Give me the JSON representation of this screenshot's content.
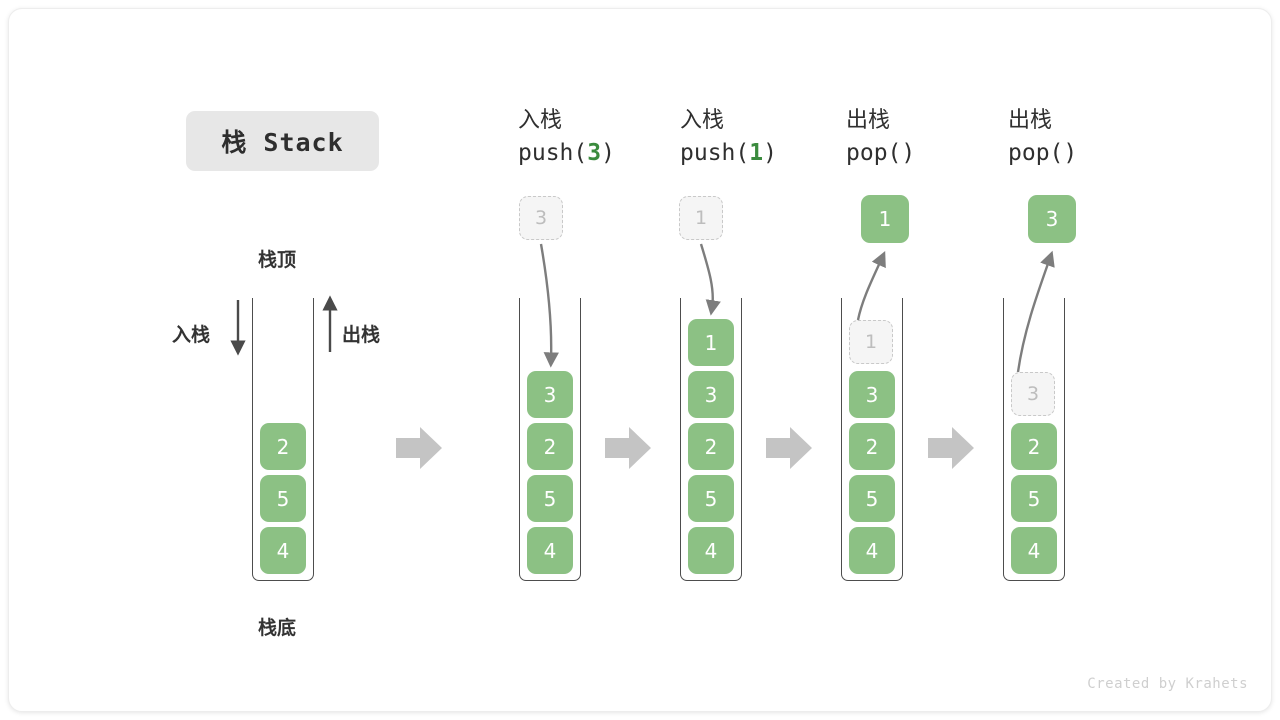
{
  "figure": {
    "title_badge": "栈 Stack",
    "credit": "Created by Krahets",
    "colors": {
      "element_green": "#8cc184",
      "arg_green": "#3b8b3e",
      "ghost_border": "#c9c9c9",
      "container_stroke": "#4d4d4d",
      "arrow_gray": "#c4c4c4",
      "curve_gray": "#7d7d7d",
      "badge_bg": "#e7e7e7"
    }
  },
  "legend": {
    "top_label": "栈顶",
    "bottom_label": "栈底",
    "push_label": "入栈",
    "pop_label": "出栈"
  },
  "stages": [
    {
      "id": "initial",
      "header_cn": "",
      "header_code": "",
      "cells": [
        "2",
        "5",
        "4"
      ],
      "ghost_in_stack": null,
      "floating": null,
      "operation": "initial"
    },
    {
      "id": "push-3",
      "header_cn": "入栈",
      "header_code_prefix": "push(",
      "header_code_arg": "3",
      "header_code_suffix": ")",
      "cells": [
        "3",
        "2",
        "5",
        "4"
      ],
      "ghost_in_stack": null,
      "floating": {
        "value": "3",
        "style": "ghost"
      },
      "operation": "push"
    },
    {
      "id": "push-1",
      "header_cn": "入栈",
      "header_code_prefix": "push(",
      "header_code_arg": "1",
      "header_code_suffix": ")",
      "cells": [
        "1",
        "3",
        "2",
        "5",
        "4"
      ],
      "ghost_in_stack": null,
      "floating": {
        "value": "1",
        "style": "ghost"
      },
      "operation": "push"
    },
    {
      "id": "pop-1",
      "header_cn": "出栈",
      "header_code_prefix": "pop(",
      "header_code_arg": "",
      "header_code_suffix": ")",
      "cells": [
        "3",
        "2",
        "5",
        "4"
      ],
      "ghost_in_stack": "1",
      "floating": {
        "value": "1",
        "style": "filled"
      },
      "operation": "pop"
    },
    {
      "id": "pop-3",
      "header_cn": "出栈",
      "header_code_prefix": "pop(",
      "header_code_arg": "",
      "header_code_suffix": ")",
      "cells": [
        "2",
        "5",
        "4"
      ],
      "ghost_in_stack": "3",
      "floating": {
        "value": "3",
        "style": "filled"
      },
      "operation": "pop"
    }
  ],
  "cells": {
    "s0_c0": "2",
    "s0_c1": "5",
    "s0_c2": "4",
    "s1_c0": "3",
    "s1_c1": "2",
    "s1_c2": "5",
    "s1_c3": "4",
    "s1_float": "3",
    "s2_c0": "1",
    "s2_c1": "3",
    "s2_c2": "2",
    "s2_c3": "5",
    "s2_c4": "4",
    "s2_float": "1",
    "s3_ghost": "1",
    "s3_c0": "3",
    "s3_c1": "2",
    "s3_c2": "5",
    "s3_c3": "4",
    "s3_float": "1",
    "s4_ghost": "3",
    "s4_c0": "2",
    "s4_c1": "5",
    "s4_c2": "4",
    "s4_float": "3"
  }
}
